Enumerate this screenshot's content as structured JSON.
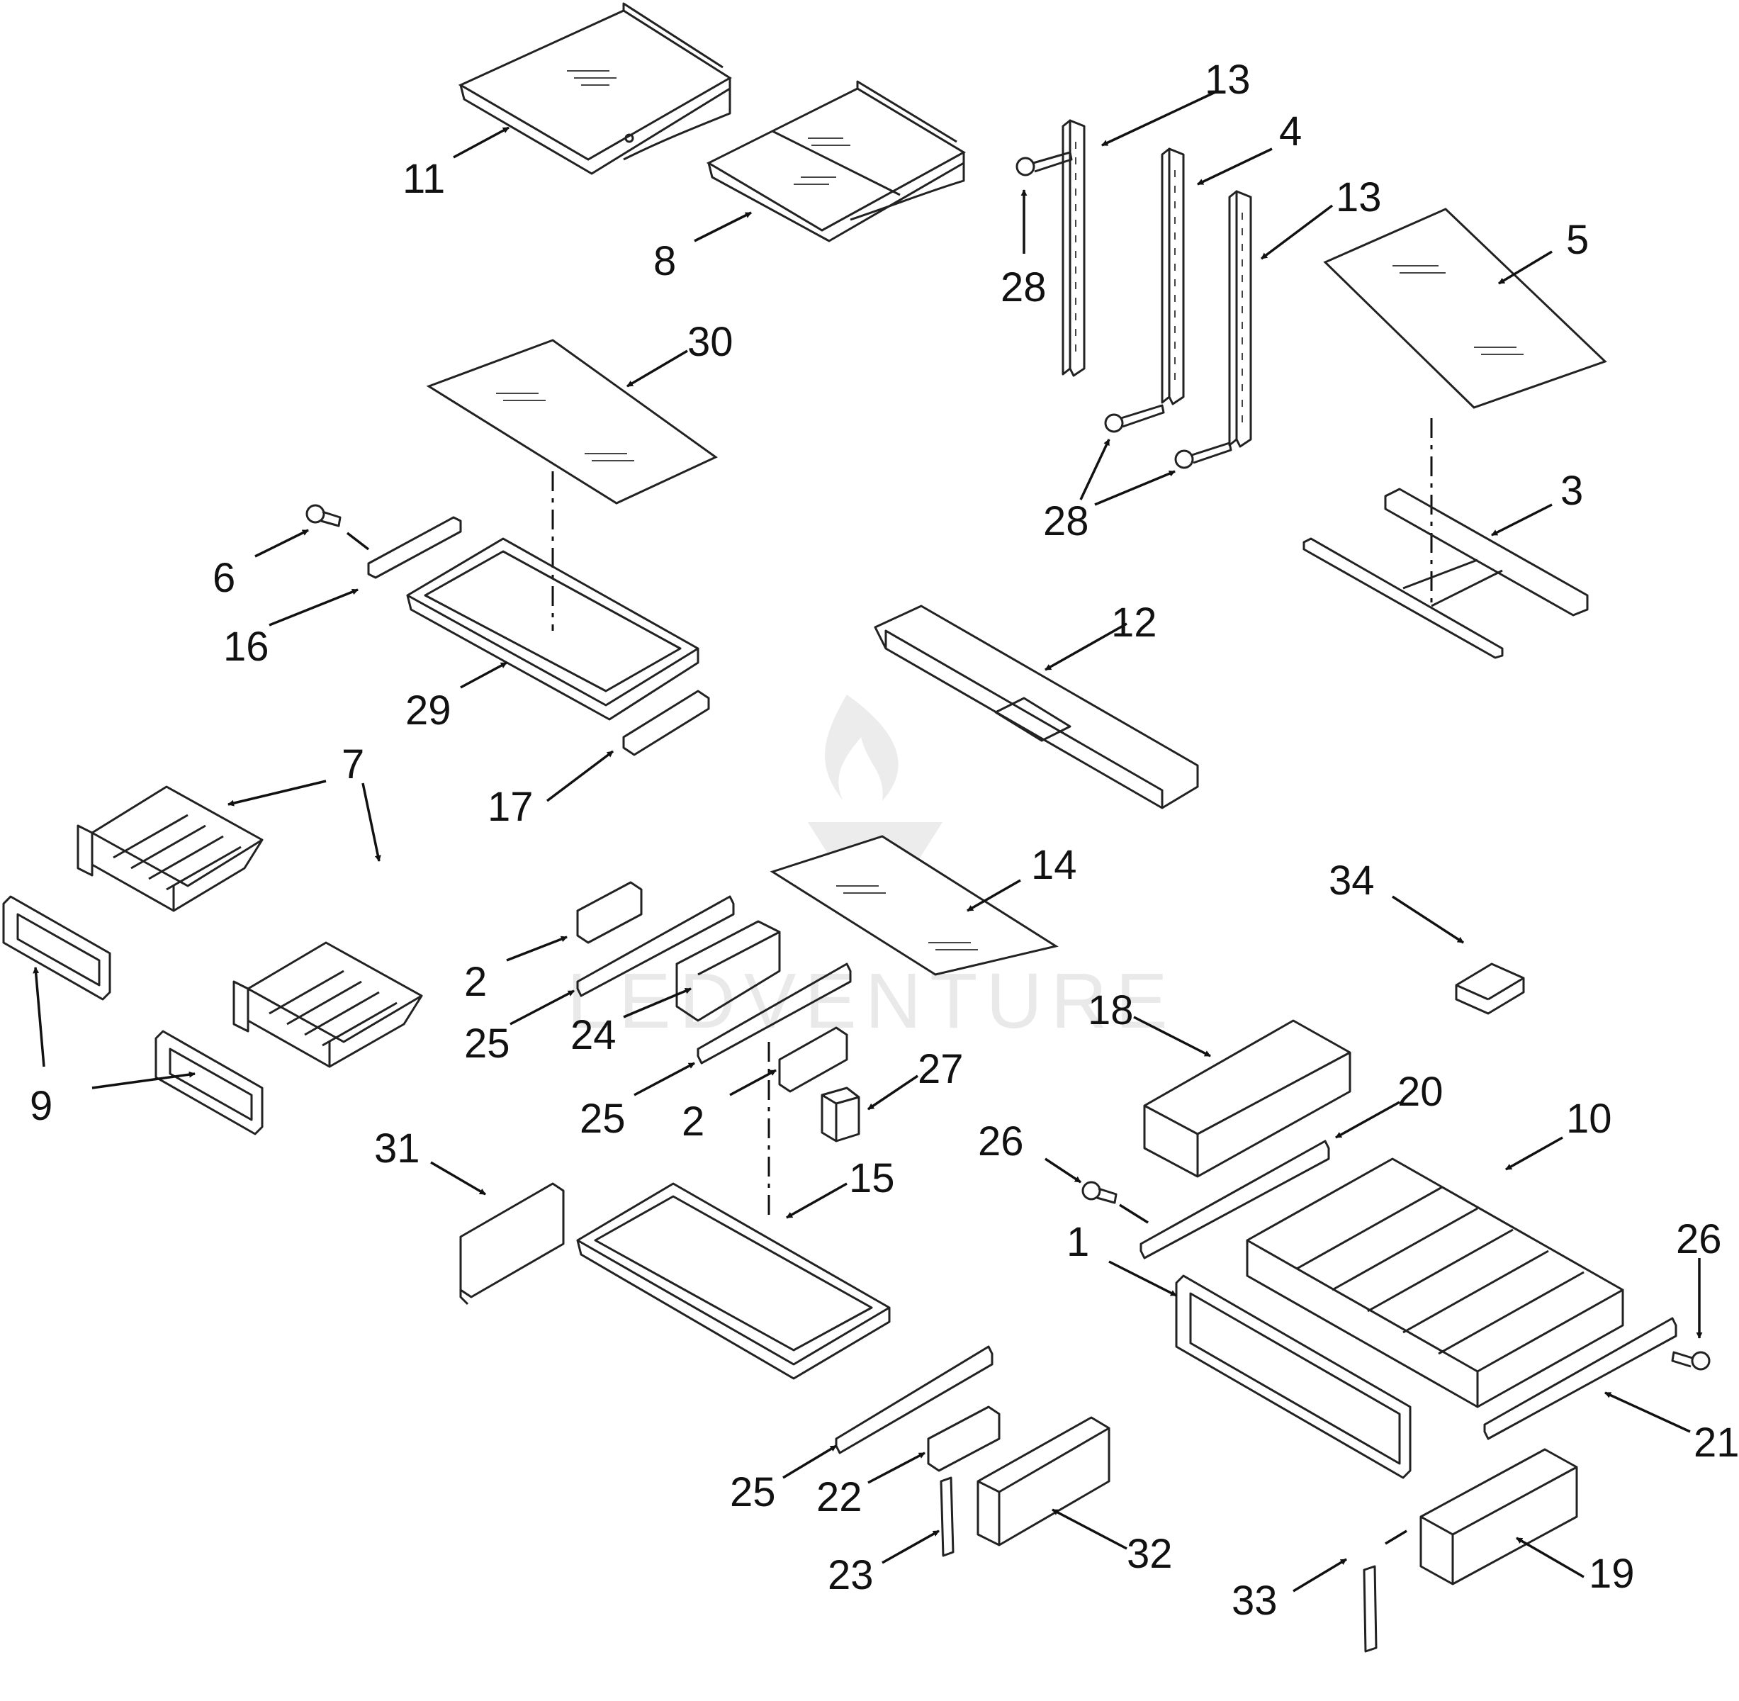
{
  "watermark": {
    "text": "LEDVENTURE"
  },
  "callouts": [
    {
      "id": "11",
      "label": "11"
    },
    {
      "id": "8",
      "label": "8"
    },
    {
      "id": "13a",
      "label": "13"
    },
    {
      "id": "4",
      "label": "4"
    },
    {
      "id": "13b",
      "label": "13"
    },
    {
      "id": "28a",
      "label": "28"
    },
    {
      "id": "5",
      "label": "5"
    },
    {
      "id": "30",
      "label": "30"
    },
    {
      "id": "28b",
      "label": "28"
    },
    {
      "id": "3",
      "label": "3"
    },
    {
      "id": "6",
      "label": "6"
    },
    {
      "id": "16",
      "label": "16"
    },
    {
      "id": "29",
      "label": "29"
    },
    {
      "id": "12",
      "label": "12"
    },
    {
      "id": "17",
      "label": "17"
    },
    {
      "id": "7",
      "label": "7"
    },
    {
      "id": "14",
      "label": "14"
    },
    {
      "id": "34",
      "label": "34"
    },
    {
      "id": "2a",
      "label": "2"
    },
    {
      "id": "25a",
      "label": "25"
    },
    {
      "id": "24",
      "label": "24"
    },
    {
      "id": "9",
      "label": "9"
    },
    {
      "id": "25b",
      "label": "25"
    },
    {
      "id": "2b",
      "label": "2"
    },
    {
      "id": "27",
      "label": "27"
    },
    {
      "id": "18",
      "label": "18"
    },
    {
      "id": "20",
      "label": "20"
    },
    {
      "id": "26a",
      "label": "26"
    },
    {
      "id": "10",
      "label": "10"
    },
    {
      "id": "31",
      "label": "31"
    },
    {
      "id": "15",
      "label": "15"
    },
    {
      "id": "1",
      "label": "1"
    },
    {
      "id": "26b",
      "label": "26"
    },
    {
      "id": "21",
      "label": "21"
    },
    {
      "id": "25c",
      "label": "25"
    },
    {
      "id": "22",
      "label": "22"
    },
    {
      "id": "32",
      "label": "32"
    },
    {
      "id": "23",
      "label": "23"
    },
    {
      "id": "33",
      "label": "33"
    },
    {
      "id": "19",
      "label": "19"
    }
  ]
}
